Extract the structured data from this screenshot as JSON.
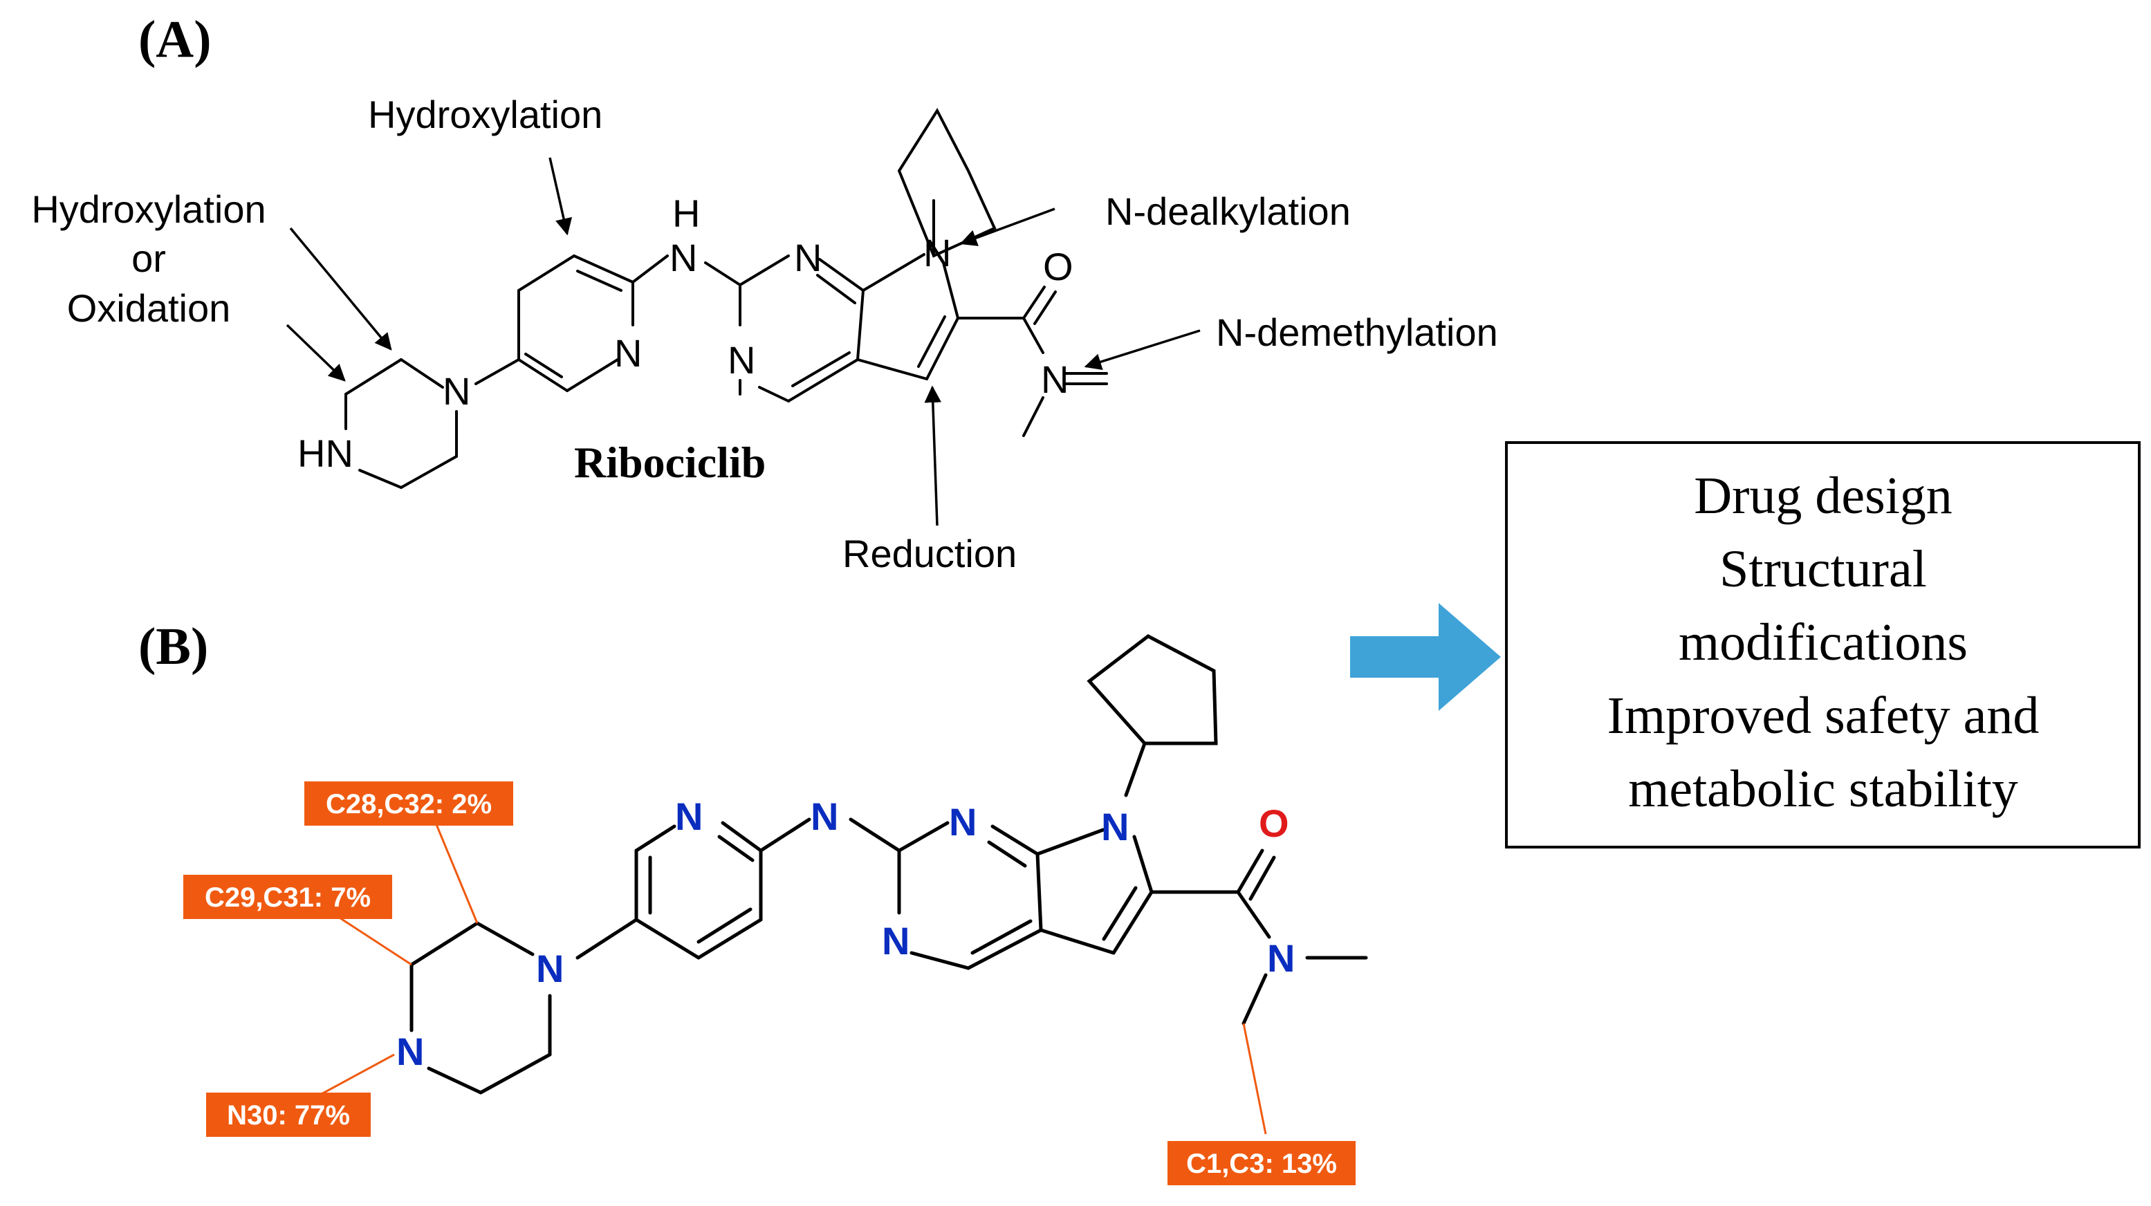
{
  "panel_a": {
    "label": "(A)",
    "molecule_name": "Ribociclib",
    "annotations": {
      "hydroxylation_top": "Hydroxylation",
      "hydroxylation_or_line1": "Hydroxylation",
      "hydroxylation_or_line2": "or",
      "hydroxylation_or_line3": "Oxidation",
      "n_dealkylation": "N-dealkylation",
      "n_demethylation": "N-demethylation",
      "reduction": "Reduction"
    },
    "atoms": {
      "hn": "HN",
      "n_pip": "N",
      "n_pyr": "N",
      "h_nh": "H",
      "n_nh": "N",
      "n_pm1": "N",
      "n_pm2": "N",
      "n_pyrrole": "N",
      "o": "O",
      "n_amide": "N"
    }
  },
  "panel_b": {
    "label": "(B)",
    "sites": [
      {
        "label": "C28,C32: 2%"
      },
      {
        "label": "C29,C31: 7%"
      },
      {
        "label": "N30: 77%"
      },
      {
        "label": "C1,C3: 13%"
      }
    ],
    "atoms": {
      "n_pyr": "N",
      "n_nh": "N",
      "n_pm1": "N",
      "n_pm2": "N",
      "n_pyrrole": "N",
      "o": "O",
      "n_amide": "N",
      "n_pip1": "N",
      "n_pip2": "N"
    },
    "colors": {
      "site_tag": "#f05a10",
      "nitrogen": "#0a2dbf",
      "oxygen": "#e01b1b",
      "arrow": "#3fa3d8"
    }
  },
  "outcome_box": {
    "lines": [
      "Drug design",
      "Structural",
      "modifications",
      "Improved safety and",
      "metabolic stability"
    ]
  }
}
